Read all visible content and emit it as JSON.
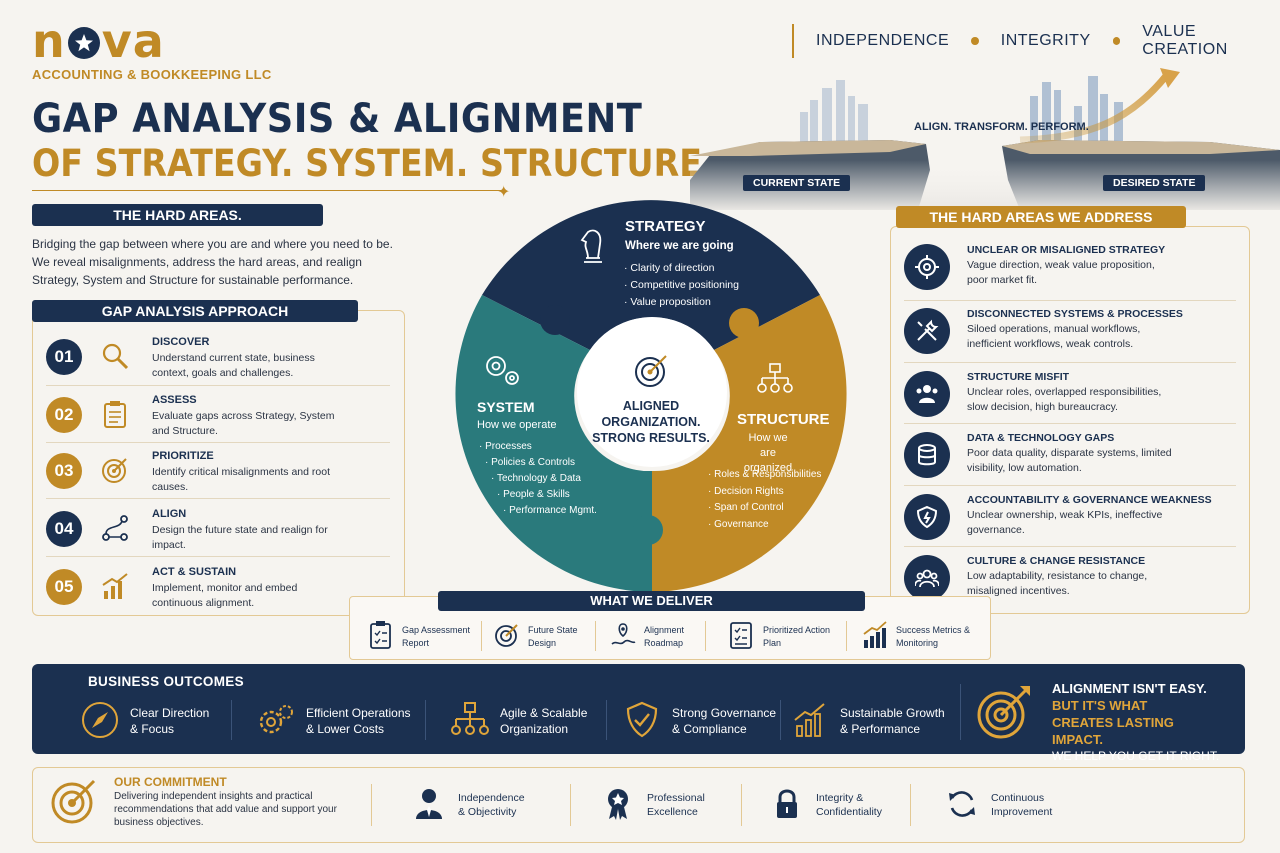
{
  "brand": {
    "logo_left": "n",
    "logo_right": "va",
    "company": "ACCOUNTING & BOOKKEEPING LLC",
    "gold": "#c08a26",
    "navy": "#1b3050",
    "teal": "#2a7a7c"
  },
  "header": {
    "title_line1": "GAP ANALYSIS & ALIGNMENT",
    "title_line2": "OF STRATEGY. SYSTEM. STRUCTURE.",
    "values": [
      "INDEPENDENCE",
      "INTEGRITY",
      "VALUE CREATION"
    ]
  },
  "hero": {
    "tagline": "ALIGN. TRANSFORM. PERFORM.",
    "current": "CURRENT STATE",
    "desired": "DESIRED STATE"
  },
  "intro": {
    "pill": "THE HARD AREAS.",
    "text": "Bridging the gap between where you are and where you need to be. We reveal misalignments, address the hard areas, and realign Strategy, System and Structure for sustainable performance."
  },
  "approach": {
    "pill": "GAP ANALYSIS APPROACH",
    "steps": [
      {
        "num": "01",
        "title": "DISCOVER",
        "desc": "Understand current state, business context, goals and challenges.",
        "icon": "magnifier-icon"
      },
      {
        "num": "02",
        "title": "ASSESS",
        "desc": "Evaluate gaps across Strategy, System and Structure.",
        "icon": "clipboard-icon"
      },
      {
        "num": "03",
        "title": "PRIORITIZE",
        "desc": "Identify critical misalignments and root causes.",
        "icon": "target-icon"
      },
      {
        "num": "04",
        "title": "ALIGN",
        "desc": "Design the future state and realign for impact.",
        "icon": "route-icon"
      },
      {
        "num": "05",
        "title": "ACT & SUSTAIN",
        "desc": "Implement, monitor and embed continuous alignment.",
        "icon": "growth-chart-icon"
      }
    ]
  },
  "wheel": {
    "center": "ALIGNED ORGANIZATION. STRONG RESULTS.",
    "strategy": {
      "title": "STRATEGY",
      "sub": "Where we are going",
      "items": [
        "Clarity of direction",
        "Competitive positioning",
        "Value proposition"
      ]
    },
    "system": {
      "title": "SYSTEM",
      "sub": "How we operate",
      "items": [
        "Processes",
        "Policies & Controls",
        "Technology & Data",
        "People & Skills",
        "Performance Mgmt."
      ]
    },
    "structure": {
      "title": "STRUCTURE",
      "sub": "How we are organized",
      "items": [
        "Roles & Responsibilities",
        "Decision Rights",
        "Span of Control",
        "Governance"
      ]
    }
  },
  "areas": {
    "pill": "THE HARD AREAS WE ADDRESS",
    "items": [
      {
        "title": "UNCLEAR OR MISALIGNED STRATEGY",
        "desc": "Vague direction, weak value proposition, poor market fit.",
        "icon": "crosshair-icon"
      },
      {
        "title": "DISCONNECTED SYSTEMS & PROCESSES",
        "desc": "Siloed operations, manual workflows, inefficient workflows, weak controls.",
        "icon": "tools-icon"
      },
      {
        "title": "STRUCTURE MISFIT",
        "desc": "Unclear roles, overlapped responsibilities, slow decision, high bureaucracy.",
        "icon": "people-icon"
      },
      {
        "title": "DATA & TECHNOLOGY GAPS",
        "desc": "Poor data quality, disparate systems, limited visibility, low automation.",
        "icon": "database-icon"
      },
      {
        "title": "ACCOUNTABILITY & GOVERNANCE WEAKNESS",
        "desc": "Unclear ownership, weak KPIs, ineffective governance.",
        "icon": "shield-icon"
      },
      {
        "title": "CULTURE & CHANGE RESISTANCE",
        "desc": "Low adaptability, resistance to change, misaligned incentives.",
        "icon": "group-icon"
      }
    ]
  },
  "deliver": {
    "pill": "WHAT WE DELIVER",
    "items": [
      "Gap Assessment Report",
      "Future State Design",
      "Alignment Roadmap",
      "Prioritized Action Plan",
      "Success Metrics & Monitoring"
    ]
  },
  "outcomes": {
    "title": "BUSINESS OUTCOMES",
    "items": [
      "Clear Direction\n& Focus",
      "Efficient Operations\n& Lower Costs",
      "Agile & Scalable\nOrganization",
      "Strong Governance\n& Compliance",
      "Sustainable Growth\n& Performance"
    ],
    "claim1": "ALIGNMENT ISN'T EASY.",
    "claim2": "BUT IT'S WHAT CREATES LASTING IMPACT.",
    "claim3": "WE HELP YOU GET IT RIGHT."
  },
  "commitment": {
    "title": "OUR COMMITMENT",
    "text": "Delivering independent insights and practical recommendations that add value and support your business objectives.",
    "items": [
      "Independence\n& Objectivity",
      "Professional\nExcellence",
      "Integrity &\nConfidentiality",
      "Continuous\nImprovement"
    ]
  }
}
